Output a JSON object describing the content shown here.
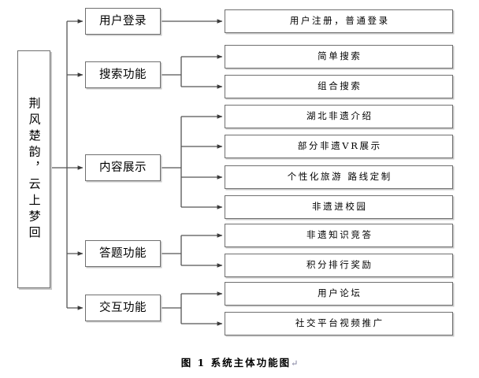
{
  "figure": {
    "caption": "图 1 系统主体功能图",
    "caption_mark": "↵"
  },
  "diagram": {
    "type": "tree-hierarchy",
    "orientation": "left-to-right",
    "root": {
      "id": "root",
      "label": "荆风楚韵，云上梦回",
      "text_direction": "vertical"
    },
    "levels": [
      {
        "name": "modules",
        "nodes": [
          {
            "id": "user-login",
            "label": "用户登录"
          },
          {
            "id": "search-function",
            "label": "搜索功能"
          },
          {
            "id": "content-display",
            "label": "内容展示"
          },
          {
            "id": "quiz-function",
            "label": "答题功能"
          },
          {
            "id": "interaction-function",
            "label": "交互功能"
          }
        ]
      },
      {
        "name": "features",
        "groups": [
          {
            "parent": "user-login",
            "nodes": [
              {
                "id": "register-login",
                "label": "用户注册，普通登录"
              }
            ]
          },
          {
            "parent": "search-function",
            "nodes": [
              {
                "id": "simple-search",
                "label": "简单搜索"
              },
              {
                "id": "combined-search",
                "label": "组合搜索"
              }
            ]
          },
          {
            "parent": "content-display",
            "nodes": [
              {
                "id": "hubei-ich-intro",
                "label": "湖北非遗介绍"
              },
              {
                "id": "ich-vr-display",
                "label": "部分非遗VR展示"
              },
              {
                "id": "custom-tour-route",
                "label": "个性化旅游 路线定制"
              },
              {
                "id": "ich-into-campus",
                "label": "非遗进校园"
              }
            ]
          },
          {
            "parent": "quiz-function",
            "nodes": [
              {
                "id": "ich-knowledge-quiz",
                "label": "非遗知识竞答"
              },
              {
                "id": "points-ranking-reward",
                "label": "积分排行奖励"
              }
            ]
          },
          {
            "parent": "interaction-function",
            "nodes": [
              {
                "id": "user-forum",
                "label": "用户论坛"
              },
              {
                "id": "social-video-promo",
                "label": "社交平台视频推广"
              }
            ]
          }
        ]
      }
    ],
    "colors": {
      "box_border": "#6f6f6f",
      "box_shadow": "#c8c8c8",
      "connector": "#555555",
      "background": "#ffffff",
      "text": "#000000"
    }
  }
}
